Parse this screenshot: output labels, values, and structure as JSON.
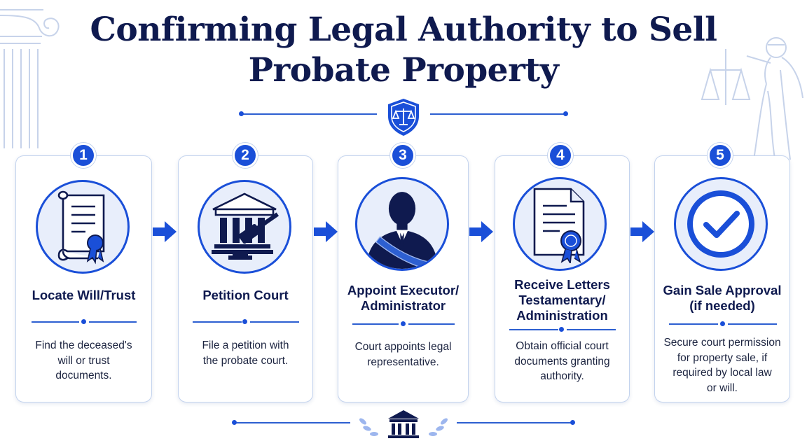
{
  "title_line1": "Confirming Legal Authority to Sell",
  "title_line2": "Probate Property",
  "colors": {
    "primary": "#1a4fd8",
    "navy": "#0f1a4f",
    "light": "#e8eefb",
    "border": "#c3d3ee"
  },
  "steps": [
    {
      "number": "1",
      "title_line1": "Locate Will/Trust",
      "title_line2": "",
      "desc_line1": "Find the deceased's",
      "desc_line2": "will or trust",
      "desc_line3": "documents.",
      "desc_line4": "",
      "icon": "will-scroll-icon"
    },
    {
      "number": "2",
      "title_line1": "Petition Court",
      "title_line2": "",
      "desc_line1": "File a petition with",
      "desc_line2": "the probate court.",
      "desc_line3": "",
      "desc_line4": "",
      "icon": "courthouse-gavel-icon"
    },
    {
      "number": "3",
      "title_line1": "Appoint Executor/",
      "title_line2": "Administrator",
      "desc_line1": "Court appoints legal",
      "desc_line2": "representative.",
      "desc_line3": "",
      "desc_line4": "",
      "icon": "executor-person-icon"
    },
    {
      "number": "4",
      "title_line1": "Receive Letters",
      "title_line2": "Testamentary/",
      "title_line3": "Administration",
      "desc_line1": "Obtain official court",
      "desc_line2": "documents granting",
      "desc_line3": "authority.",
      "desc_line4": "",
      "icon": "certificate-document-icon"
    },
    {
      "number": "5",
      "title_line1": "Gain Sale Approval",
      "title_line2": "(if needed)",
      "desc_line1": "Secure court permission",
      "desc_line2": "for property sale, if",
      "desc_line3": "required by local law",
      "desc_line4": "or will.",
      "icon": "checkmark-icon"
    }
  ]
}
